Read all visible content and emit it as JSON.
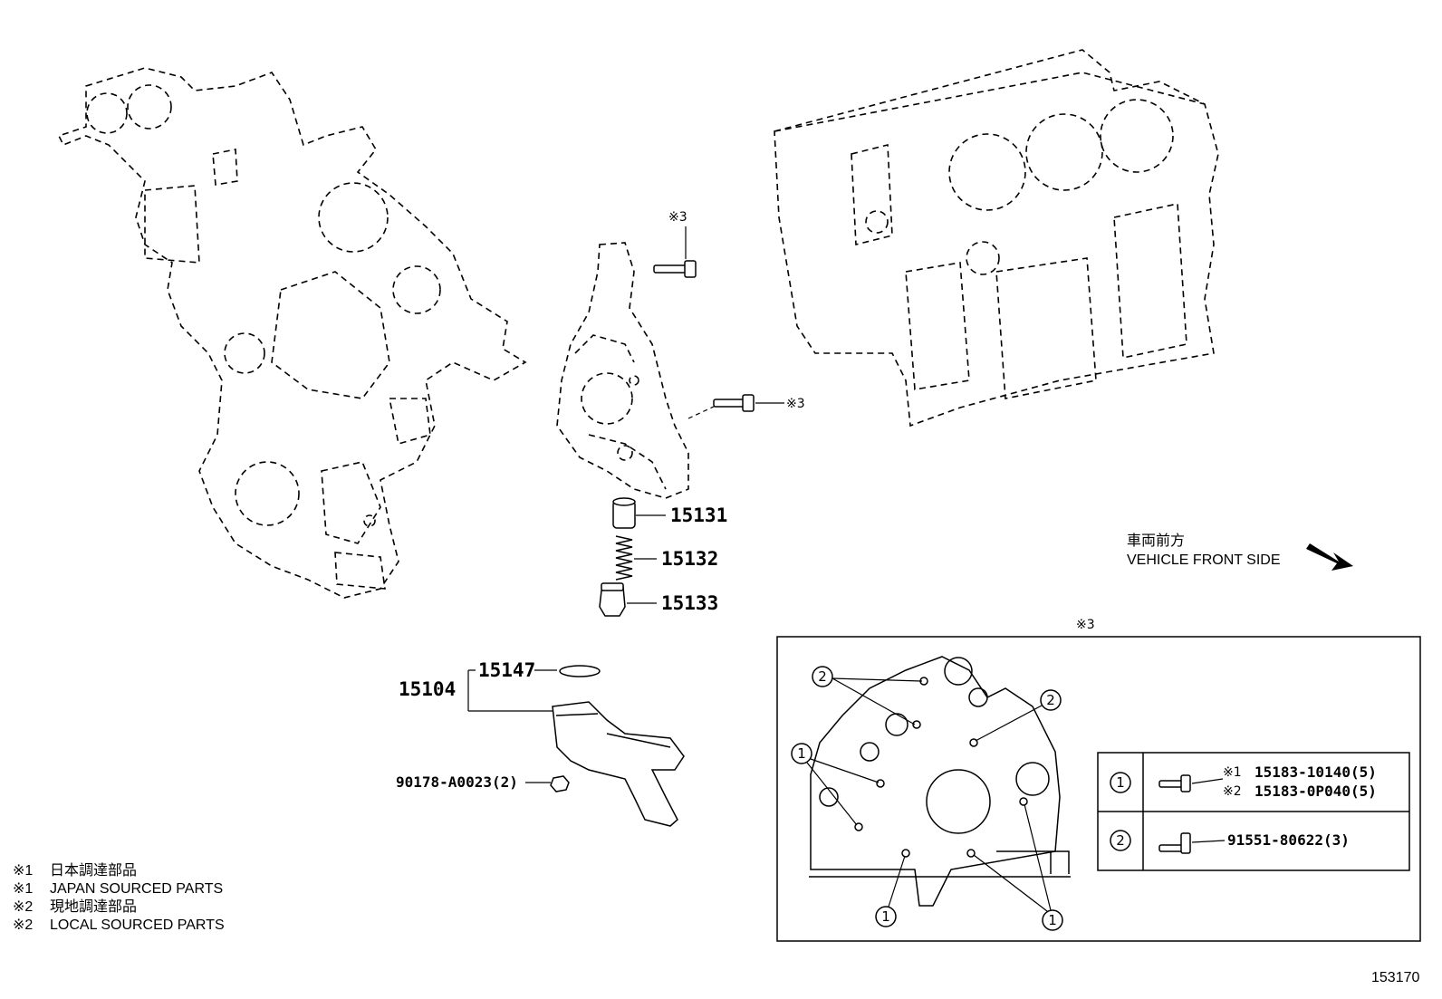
{
  "diagram_id": "153170",
  "direction": {
    "label_jp": "車両前方",
    "label_en": "VEHICLE FRONT SIDE"
  },
  "parts": {
    "p15131": "15131",
    "p15132": "15132",
    "p15133": "15133",
    "p15147": "15147",
    "p15104": "15104",
    "p90178": "90178-A0023(2)"
  },
  "marks": {
    "bolt_top": "※3",
    "bolt_side": "※3",
    "detail_title": "※3"
  },
  "detail": {
    "callouts": [
      "2",
      "2",
      "1",
      "1",
      "1"
    ],
    "table": {
      "row1": {
        "index": "1",
        "line1_mark": "※1",
        "line1_part": "15183-10140(5)",
        "line2_mark": "※2",
        "line2_part": "15183-0P040(5)"
      },
      "row2": {
        "index": "2",
        "part": "91551-80622(3)"
      }
    }
  },
  "legend": [
    {
      "mark": "※1",
      "text": "日本調達部品"
    },
    {
      "mark": "※1",
      "text": "JAPAN SOURCED PARTS"
    },
    {
      "mark": "※2",
      "text": "現地調達部品"
    },
    {
      "mark": "※2",
      "text": "LOCAL SOURCED PARTS"
    }
  ]
}
